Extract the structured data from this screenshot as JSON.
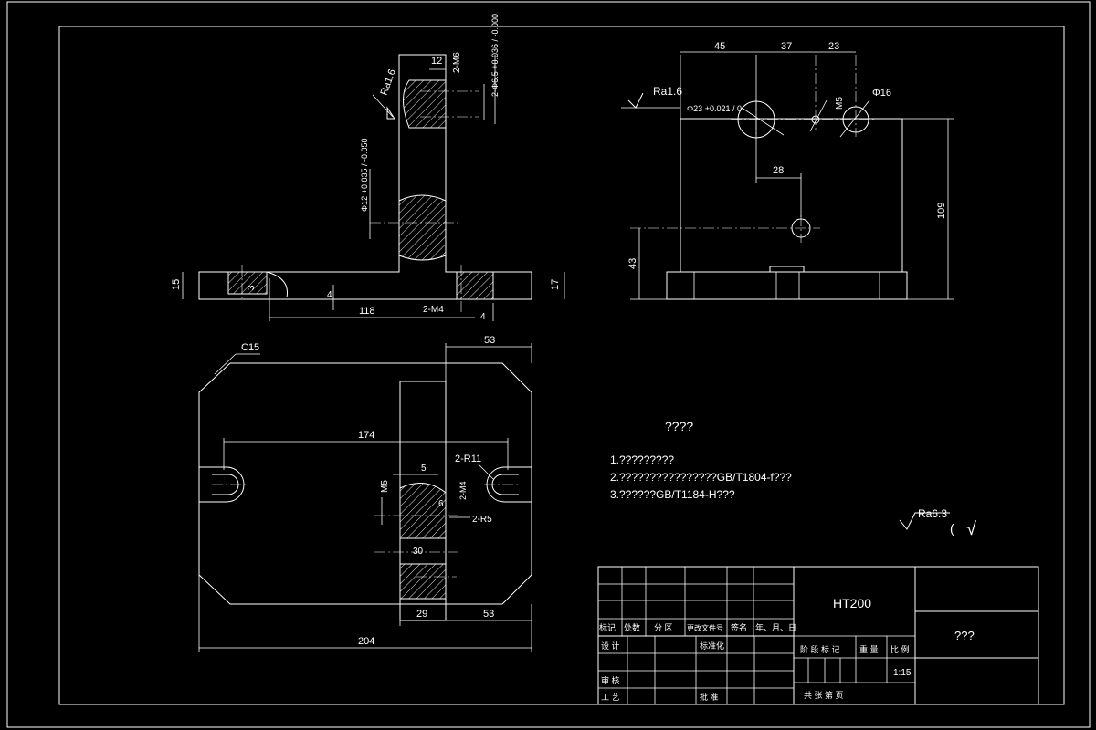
{
  "colors": {
    "background": "#000000",
    "line": "#ffffff"
  },
  "top_left_view": {
    "ra": "Ra1.6",
    "dim_12": "12",
    "dim_2m6": "2-M6",
    "dim_2phi6": "2-Φ6.5 +0.036 / -0.000",
    "dim_phi12": "Φ12 +0.035 / -0.050",
    "dim_15": "15",
    "dim_3": "3",
    "dim_4a": "4",
    "dim_118": "118",
    "dim_2m4": "2-M4",
    "dim_4b": "4",
    "dim_17": "17"
  },
  "top_right_view": {
    "ra": "Ra1.6",
    "dim_45": "45",
    "dim_37": "37",
    "dim_23": "23",
    "dim_phi23": "Φ23 +0.021 / 0",
    "dim_m5": "M5",
    "dim_phi16": "Φ16",
    "dim_28": "28",
    "dim_109": "109",
    "dim_43": "43"
  },
  "bottom_view": {
    "c15": "C15",
    "dim_53_top": "53",
    "dim_174": "174",
    "dim_5": "5",
    "dim_2r11": "2-R11",
    "dim_m5": "M5",
    "dim_6": "6",
    "dim_2m4": "2-M4",
    "dim_2r5": "2-R5",
    "dim_30": "30",
    "dim_29": "29",
    "dim_53_bottom": "53",
    "dim_204": "204"
  },
  "notes": {
    "heading": "????",
    "line1": "1.?????????",
    "line2": "2.????????????????GB/T1804-f???",
    "line3": "3.??????GB/T1184-H???",
    "roughness": "Ra6.3",
    "paren": "(",
    "check": "√"
  },
  "title_block": {
    "material": "HT200",
    "name": "???",
    "scale": "1:15",
    "h_mark": "标记",
    "h_count": "处数",
    "h_zone": "分 区",
    "h_docno": "更改文件号",
    "h_sign": "签名",
    "h_date": "年、月、日",
    "r_design": "设 计",
    "r_standard": "标准化",
    "r_review": "审 核",
    "r_process": "工 艺",
    "r_approve": "批 准",
    "stage_mark": "阶 段 标 记",
    "weight": "重 量",
    "ratio": "比 例",
    "total": "共  张  第  页"
  }
}
